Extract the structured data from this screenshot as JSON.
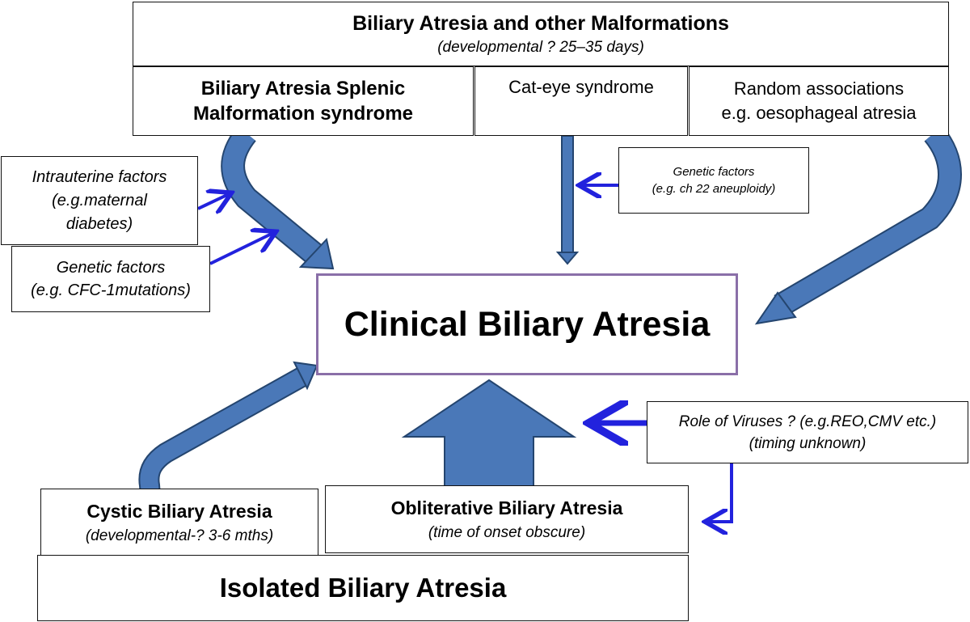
{
  "malformations_box": {
    "title": "Biliary Atresia and other Malformations",
    "subtitle": "(developmental ? 25–35 days)"
  },
  "basm_box": {
    "line1": "Biliary Atresia Splenic",
    "line2": "Malformation syndrome"
  },
  "cateye_box": {
    "label": "Cat-eye syndrome"
  },
  "random_box": {
    "line1": "Random associations",
    "line2": "e.g. oesophageal atresia"
  },
  "intrauterine_box": {
    "line1": "Intrauterine factors",
    "line2": "(e.g.maternal",
    "line3": "diabetes)"
  },
  "genetic_cfc_box": {
    "line1": "Genetic factors",
    "line2": "(e.g. CFC-1mutations)"
  },
  "genetic_ch22_box": {
    "line1": "Genetic factors",
    "line2": "(e.g. ch 22 aneuploidy)"
  },
  "clinical_box": {
    "label": "Clinical Biliary Atresia"
  },
  "viruses_box": {
    "line1": "Role of Viruses ? (e.g.REO,CMV etc.)",
    "line2": "(timing unknown)"
  },
  "cystic_box": {
    "title": "Cystic Biliary Atresia",
    "subtitle": "(developmental-? 3-6 mths)"
  },
  "obliterative_box": {
    "title": "Obliterative Biliary Atresia",
    "subtitle": "(time of onset obscure)"
  },
  "isolated_box": {
    "label": "Isolated Biliary Atresia"
  },
  "colors": {
    "thick_arrow_fill": "#4a78b8",
    "thick_arrow_stroke": "#24456f",
    "thin_arrow": "#2222dd",
    "clinical_border": "#8a6fa8"
  }
}
